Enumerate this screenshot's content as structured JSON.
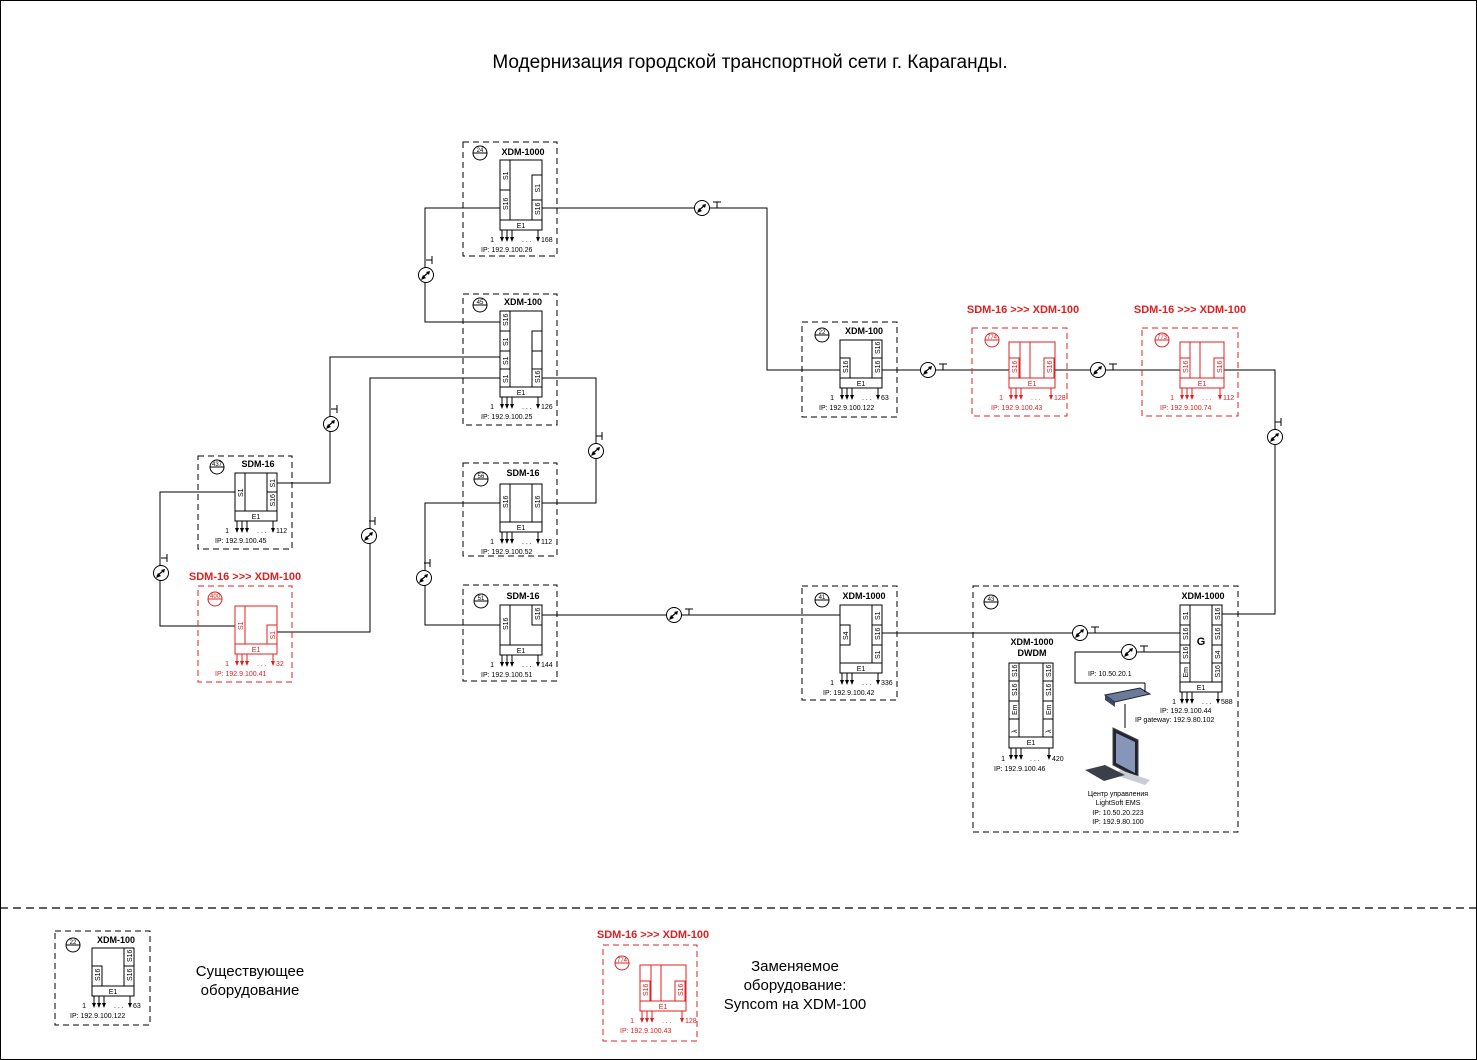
{
  "title": "Модернизация городской транспортной сети г. Караганды.",
  "colors": {
    "existing": "#000000",
    "replaced": "#e02020"
  },
  "nodes": [
    {
      "id": "n24",
      "num": "24",
      "name": "XDM-1000",
      "range_start": "1",
      "range_end": "168",
      "ip": "IP: 192.9.100.26"
    },
    {
      "id": "n45",
      "num": "45",
      "name": "XDM-100",
      "range_start": "1",
      "range_end": "126",
      "ip": "IP: 192.9.100.25"
    },
    {
      "id": "n437",
      "num": "437",
      "name": "SDM-16",
      "range_start": "1",
      "range_end": "112",
      "ip": "IP: 192.9.100.45"
    },
    {
      "id": "n400",
      "num": "400",
      "name": "SDM-16 >>> XDM-100",
      "range_start": "1",
      "range_end": "32",
      "ip": "IP: 192.9.100.41"
    },
    {
      "id": "n56",
      "num": "56",
      "name": "SDM-16",
      "range_start": "1",
      "range_end": "112",
      "ip": "IP: 192.9.100.52"
    },
    {
      "id": "n51",
      "num": "51",
      "name": "SDM-16",
      "range_start": "1",
      "range_end": "144",
      "ip": "IP: 192.9.100.51"
    },
    {
      "id": "n22",
      "num": "22",
      "name": "XDM-100",
      "range_start": "1",
      "range_end": "63",
      "ip": "IP: 192.9.100.122"
    },
    {
      "id": "n774",
      "num": "774",
      "name": "SDM-16 >>> XDM-100",
      "range_start": "1",
      "range_end": "128",
      "ip": "IP: 192.9.100.43"
    },
    {
      "id": "n773",
      "num": "773",
      "name": "SDM-16 >>> XDM-100",
      "range_start": "1",
      "range_end": "112",
      "ip": "IP: 192.9.100.74"
    },
    {
      "id": "n41",
      "num": "41",
      "name": "XDM-1000",
      "range_start": "1",
      "range_end": "336",
      "ip": "IP: 192.9.100.42"
    }
  ],
  "site43": {
    "num": "43",
    "main": {
      "name": "XDM-1000",
      "range_start": "1",
      "range_end": "588",
      "ip": "IP: 192.9.100.44",
      "gateway": "IP gateway: 192.9.80.102",
      "g_label": "G"
    },
    "dwdm": {
      "name_line1": "XDM-1000",
      "name_line2": "DWDM",
      "range_start": "1",
      "range_end": "420",
      "ip": "IP: 192.9.100.46"
    },
    "switch_ip": "IP: 10.50.20.1",
    "ems": {
      "line1": "Центр управления",
      "line2": "LightSoft EMS",
      "ip1": "IP: 10.50.20.223",
      "ip2": "IP: 192.9.80.100"
    }
  },
  "labels": {
    "s1": "S1",
    "s4": "S4",
    "s16": "S16",
    "em": "Em",
    "lambda": "λ",
    "e1": "E1",
    "dots": ". . ."
  },
  "legend": {
    "existing_sample": {
      "num": "22",
      "name": "XDM-100",
      "range_start": "1",
      "range_end": "63",
      "ip": "IP: 192.9.100.122"
    },
    "existing_text_1": "Существующее",
    "existing_text_2": "оборудование",
    "replaced_sample": {
      "num": "774",
      "name": "SDM-16 >>> XDM-100",
      "range_start": "1",
      "range_end": "128",
      "ip": "IP: 192.9.100.43"
    },
    "replaced_text_1": "Заменяемое",
    "replaced_text_2": "оборудование:",
    "replaced_text_3": "Syncom на XDM-100"
  }
}
